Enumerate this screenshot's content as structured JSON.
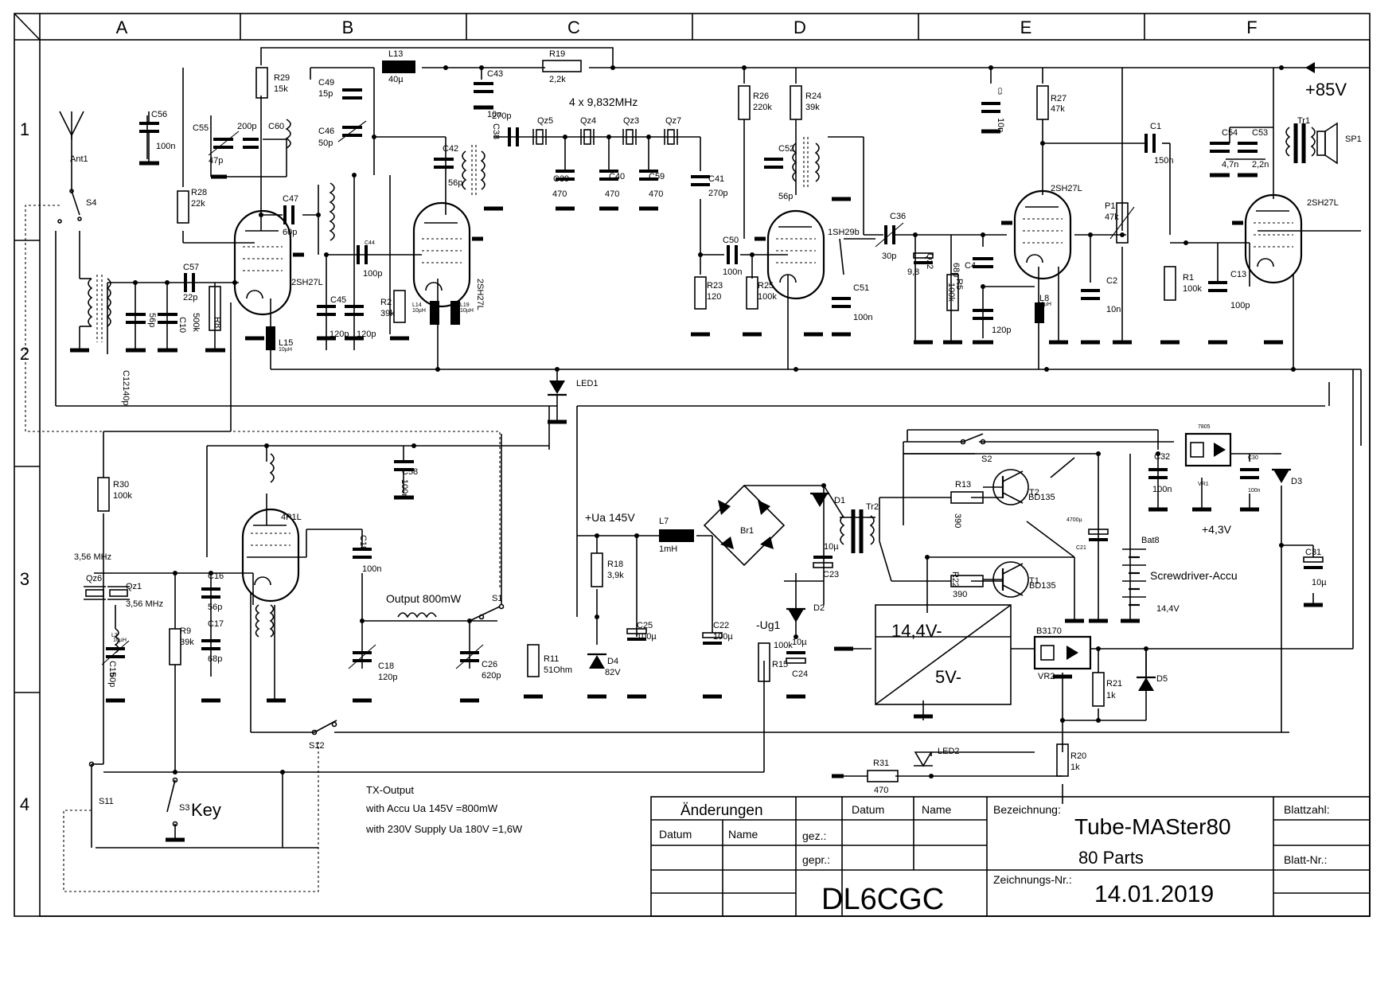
{
  "frame": {
    "columns": [
      "A",
      "B",
      "C",
      "D",
      "E",
      "F"
    ],
    "rows": [
      "1",
      "2",
      "3",
      "4"
    ]
  },
  "supply": {
    "plus85": "+85V",
    "ua": "+Ua 145V",
    "ug1": "-Ug1",
    "plus43": "+4,3V"
  },
  "notes": {
    "crystal_filter": "4 x 9,832MHz",
    "output_power": "Output 800mW",
    "tx_title": "TX-Output",
    "tx_line1": "with Accu Ua 145V =800mW",
    "tx_line2": "with 230V Supply Ua 180V =1,6W",
    "key": "Key",
    "accu": "Screwdriver-Accu"
  },
  "psu_box": {
    "in": "14,4V-",
    "out": "5V-"
  },
  "labels": [
    {
      "t": "Ant1"
    },
    {
      "t": "S4"
    },
    {
      "t": "C56"
    },
    {
      "t": "100n"
    },
    {
      "t": "C55"
    },
    {
      "t": "47p"
    },
    {
      "t": "200p"
    },
    {
      "t": "C60"
    },
    {
      "t": "R29"
    },
    {
      "t": "15k"
    },
    {
      "t": "L13"
    },
    {
      "t": "40µ"
    },
    {
      "t": "R19"
    },
    {
      "t": "2,2k"
    },
    {
      "t": "C43"
    },
    {
      "t": "10n"
    },
    {
      "t": "C49"
    },
    {
      "t": "15p"
    },
    {
      "t": "C46"
    },
    {
      "t": "50p"
    },
    {
      "t": "R28"
    },
    {
      "t": "22k"
    },
    {
      "t": "C47"
    },
    {
      "t": "60p"
    },
    {
      "t": "C57"
    },
    {
      "t": "22p"
    },
    {
      "t": "500k"
    },
    {
      "t": "R8"
    },
    {
      "t": "56p"
    },
    {
      "t": "C10"
    },
    {
      "t": "C12"
    },
    {
      "t": "140p"
    },
    {
      "t": "2SH27L"
    },
    {
      "t": "L15"
    },
    {
      "t": "10µH"
    },
    {
      "t": "C44"
    },
    {
      "t": "100p"
    },
    {
      "t": "C45"
    },
    {
      "t": "120p"
    },
    {
      "t": "120p"
    },
    {
      "t": "R2"
    },
    {
      "t": "39k"
    },
    {
      "t": "L14"
    },
    {
      "t": "10µH"
    },
    {
      "t": "L19"
    },
    {
      "t": "10µH"
    },
    {
      "t": "C42"
    },
    {
      "t": "56p"
    },
    {
      "t": "2SH27L"
    },
    {
      "t": "C38"
    },
    {
      "t": "270p"
    },
    {
      "t": "Qz5"
    },
    {
      "t": "Qz4"
    },
    {
      "t": "Qz3"
    },
    {
      "t": "Qz7"
    },
    {
      "t": "C39"
    },
    {
      "t": "470"
    },
    {
      "t": "C40"
    },
    {
      "t": "470"
    },
    {
      "t": "C59"
    },
    {
      "t": "470"
    },
    {
      "t": "C41"
    },
    {
      "t": "270p"
    },
    {
      "t": "R26"
    },
    {
      "t": "220k"
    },
    {
      "t": "R24"
    },
    {
      "t": "39k"
    },
    {
      "t": "C52"
    },
    {
      "t": "56p"
    },
    {
      "t": "C50"
    },
    {
      "t": "100n"
    },
    {
      "t": "R23"
    },
    {
      "t": "120"
    },
    {
      "t": "R25"
    },
    {
      "t": "100k"
    },
    {
      "t": "1SH29b"
    },
    {
      "t": "C51"
    },
    {
      "t": "100n"
    },
    {
      "t": "C36"
    },
    {
      "t": "30p"
    },
    {
      "t": "Qz2"
    },
    {
      "t": "9,8"
    },
    {
      "t": "100k"
    },
    {
      "t": "R5"
    },
    {
      "t": "68p"
    },
    {
      "t": "C4"
    },
    {
      "t": "120p"
    },
    {
      "t": "L8"
    },
    {
      "t": "10µH"
    },
    {
      "t": "C3"
    },
    {
      "t": "10n"
    },
    {
      "t": "R27"
    },
    {
      "t": "47k"
    },
    {
      "t": "2SH27L"
    },
    {
      "t": "P1"
    },
    {
      "t": "47k"
    },
    {
      "t": "C2"
    },
    {
      "t": "10n"
    },
    {
      "t": "C1"
    },
    {
      "t": "150n"
    },
    {
      "t": "R1"
    },
    {
      "t": "100k"
    },
    {
      "t": "C13"
    },
    {
      "t": "100p"
    },
    {
      "t": "C54"
    },
    {
      "t": "4,7n"
    },
    {
      "t": "C53"
    },
    {
      "t": "2,2n"
    },
    {
      "t": "Tr1"
    },
    {
      "t": "SP1"
    },
    {
      "t": "2SH27L"
    },
    {
      "t": "LED1"
    },
    {
      "t": "R30"
    },
    {
      "t": "100k"
    },
    {
      "t": "4P1L"
    },
    {
      "t": "C58"
    },
    {
      "t": "100n"
    },
    {
      "t": "C19"
    },
    {
      "t": "100n"
    },
    {
      "t": "3,56 MHz"
    },
    {
      "t": "Qz6"
    },
    {
      "t": "Qz1"
    },
    {
      "t": "3,56 MHz"
    },
    {
      "t": "C16"
    },
    {
      "t": "56p"
    },
    {
      "t": "C17"
    },
    {
      "t": "68p"
    },
    {
      "t": "R9"
    },
    {
      "t": "39k"
    },
    {
      "t": "L3"
    },
    {
      "t": "10µH"
    },
    {
      "t": "C15"
    },
    {
      "t": "60p"
    },
    {
      "t": "C18"
    },
    {
      "t": "120p"
    },
    {
      "t": "C26"
    },
    {
      "t": "620p"
    },
    {
      "t": "R11"
    },
    {
      "t": "51Ohm"
    },
    {
      "t": "S1"
    },
    {
      "t": "L7"
    },
    {
      "t": "1mH"
    },
    {
      "t": "R18"
    },
    {
      "t": "3,9k"
    },
    {
      "t": "D4"
    },
    {
      "t": "82V"
    },
    {
      "t": "C25"
    },
    {
      "t": "100µ"
    },
    {
      "t": "C22"
    },
    {
      "t": "100µ"
    },
    {
      "t": "Br1"
    },
    {
      "t": "D1"
    },
    {
      "t": "10µ"
    },
    {
      "t": "C23"
    },
    {
      "t": "D2"
    },
    {
      "t": "10µ"
    },
    {
      "t": "C24"
    },
    {
      "t": "R15"
    },
    {
      "t": "100k"
    },
    {
      "t": "Tr2"
    },
    {
      "t": "R13"
    },
    {
      "t": "390"
    },
    {
      "t": "R22"
    },
    {
      "t": "390"
    },
    {
      "t": "BD135"
    },
    {
      "t": "T2"
    },
    {
      "t": "T1"
    },
    {
      "t": "BD135"
    },
    {
      "t": "S2"
    },
    {
      "t": "C32"
    },
    {
      "t": "100n"
    },
    {
      "t": "7805"
    },
    {
      "t": "VR1"
    },
    {
      "t": "C30"
    },
    {
      "t": "100n"
    },
    {
      "t": "D3"
    },
    {
      "t": "4700µ"
    },
    {
      "t": "C21"
    },
    {
      "t": "Bat8"
    },
    {
      "t": "14,4V"
    },
    {
      "t": "C31"
    },
    {
      "t": "10µ"
    },
    {
      "t": "B3170"
    },
    {
      "t": "VR2"
    },
    {
      "t": "R21"
    },
    {
      "t": "1k"
    },
    {
      "t": "D5"
    },
    {
      "t": "R20"
    },
    {
      "t": "1k"
    },
    {
      "t": "LED2"
    },
    {
      "t": "R31"
    },
    {
      "t": "470"
    },
    {
      "t": "S12"
    },
    {
      "t": "S11"
    },
    {
      "t": "S3"
    }
  ],
  "title_block": {
    "changes": "Änderungen",
    "date_head": "Datum",
    "name_head": "Name",
    "col_date": "Datum",
    "col_name": "Name",
    "drawn": "gez.:",
    "checked": "gepr.:",
    "designation_label": "Bezeichnung:",
    "project": "Tube-MASter80",
    "parts": "80 Parts",
    "sheet_count": "Blattzahl:",
    "sheet_no": "Blatt-Nr.:",
    "drawing_no_label": "Zeichnungs-Nr.:",
    "drawing_date": "14.01.2019",
    "author": "DL6CGC"
  }
}
